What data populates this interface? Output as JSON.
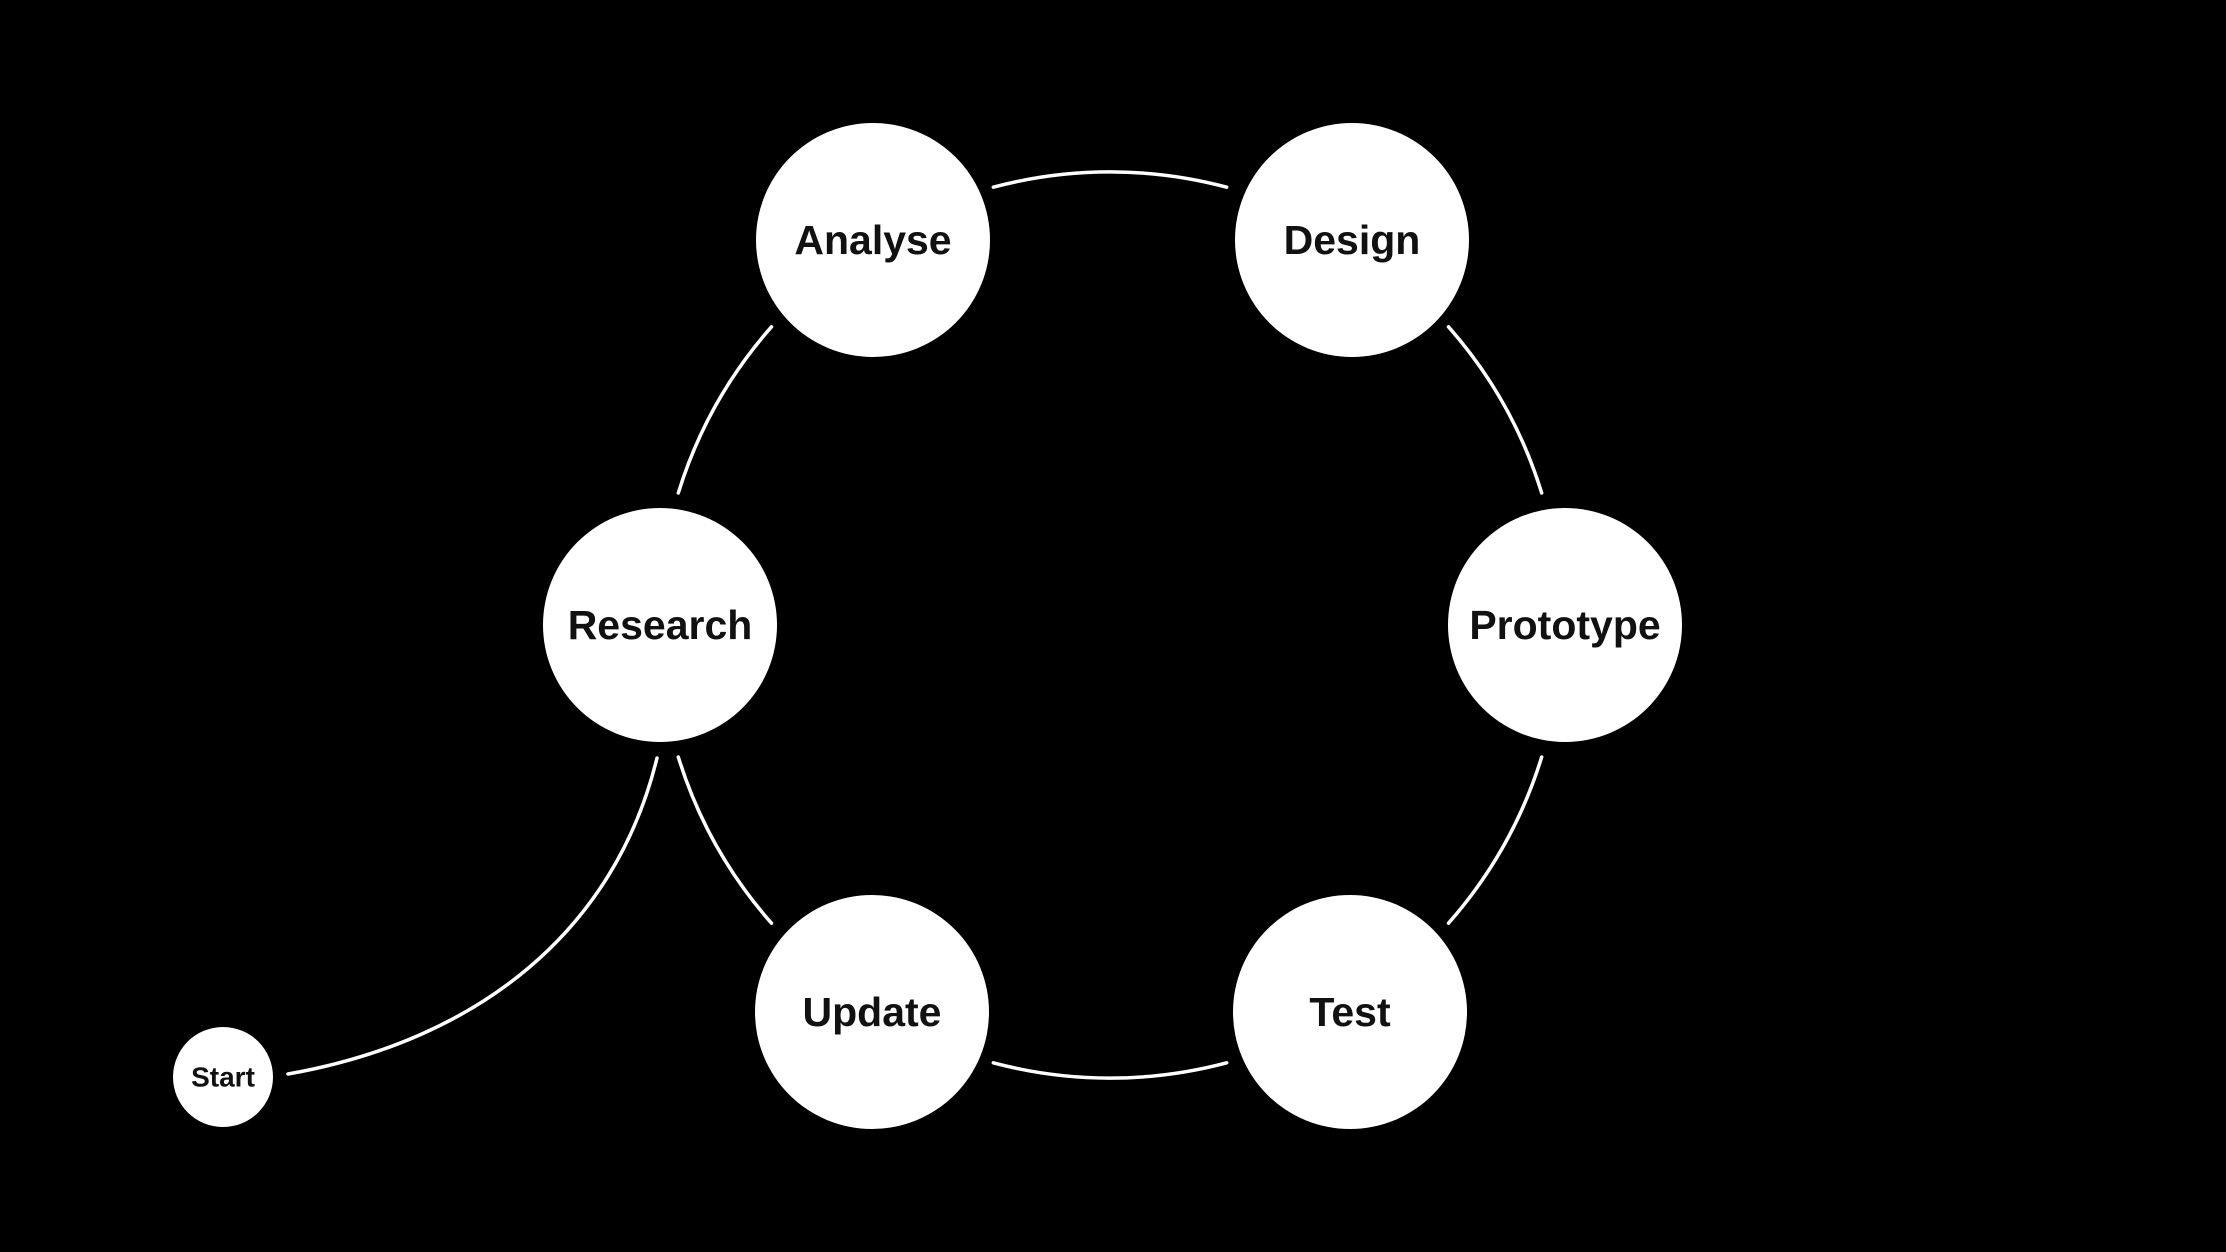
{
  "diagram": {
    "background_color": "#000000",
    "node_color": "#ffffff",
    "text_color": "#111111",
    "line_color": "#ffffff",
    "start": {
      "label": "Start"
    },
    "cycle": [
      {
        "id": "research",
        "label": "Research"
      },
      {
        "id": "analyse",
        "label": "Analyse"
      },
      {
        "id": "design",
        "label": "Design"
      },
      {
        "id": "prototype",
        "label": "Prototype"
      },
      {
        "id": "test",
        "label": "Test"
      },
      {
        "id": "update",
        "label": "Update"
      }
    ]
  }
}
